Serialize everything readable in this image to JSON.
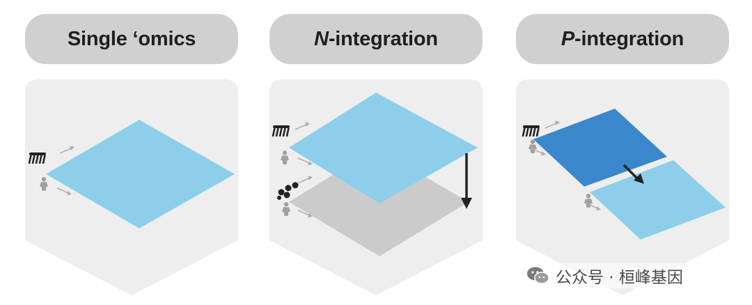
{
  "panels": [
    {
      "title_prefix": "",
      "title_suffix": "Single ‘omics"
    },
    {
      "title_prefix": "N",
      "title_suffix": "-integration"
    },
    {
      "title_prefix": "P",
      "title_suffix": "-integration"
    }
  ],
  "watermark": {
    "text": "公众号 · 桓峰基因"
  },
  "colors": {
    "header_bg": "#d0d0d0",
    "panel_bg": "#eeeeee",
    "light_blue": "#8dcfea",
    "dark_blue": "#3a87cb",
    "gray_plane": "#cbcbcb",
    "icon_dark": "#222222",
    "icon_light": "#9a9a9a"
  },
  "icons": [
    "sequencer-icon",
    "person-icon",
    "molecule-icon",
    "arrow-icon"
  ]
}
